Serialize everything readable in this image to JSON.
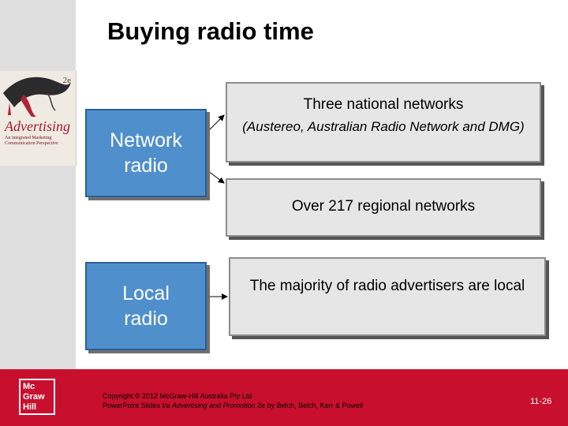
{
  "slide": {
    "title": "Buying radio time",
    "colors": {
      "accent_red": "#c8102e",
      "box_blue": "#4f8fcc",
      "box_grey": "#e6e6e6"
    }
  },
  "cover": {
    "edition": "2e",
    "title": "Advertising",
    "subtitle_1": "An integrated Marketing",
    "subtitle_2": "Communication Perspective"
  },
  "boxes": {
    "network_radio": {
      "line1": "Network",
      "line2": "radio"
    },
    "local_radio": {
      "line1": "Local",
      "line2": "radio"
    },
    "national": {
      "line1": "Three national networks",
      "line2": "(Austereo, Australian Radio Network and DMG)"
    },
    "regional": {
      "line1": "Over 217 regional networks"
    },
    "majority": {
      "line1": "The majority of radio advertisers are local"
    }
  },
  "footer": {
    "logo_lines": [
      "Mc",
      "Graw",
      "Hill"
    ],
    "copyright": "Copyright © 2012 McGraw-Hill Australia Pty Ltd",
    "ps_prefix": "PowerPoint Slides t/a ",
    "ps_book": "Advertising and Promotion",
    "ps_suffix": " 2e by Belch, Belch, Kerr & Powell",
    "slide_number": "11-26"
  }
}
